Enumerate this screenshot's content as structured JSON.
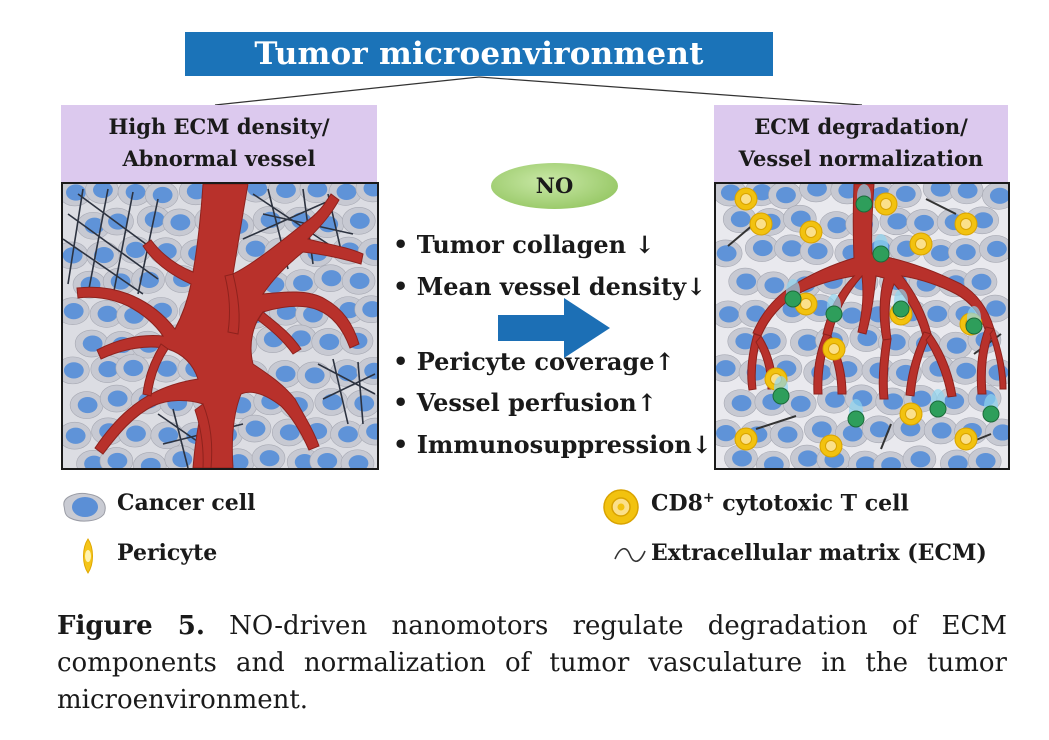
{
  "title": "Tumor microenvironment regulation",
  "left_header": {
    "line1": "High ECM density/",
    "line2": "Abnormal vessel"
  },
  "right_header": {
    "line1": "ECM degradation/",
    "line2": "Vessel normalization"
  },
  "center_label": "NO",
  "effects": [
    "• Tumor collagen ↓",
    "• Mean vessel density↓",
    "• Pericyte coverage↑",
    "• Vessel perfusion↑",
    "• Immunosuppression↓"
  ],
  "legend": {
    "cancer_cell": "Cancer cell",
    "pericyte": "Pericyte",
    "cd8_prefix": "CD8",
    "cd8_sup": "+",
    "cd8_suffix": " cytotoxic T cell",
    "ecm": "Extracellular matrix (ECM)"
  },
  "caption": {
    "label": "Figure 5.",
    "text": " NO-driven nanomotors regulate degradation of ECM components and normalization of tumor vasculature in the tumor microenvironment."
  },
  "colors": {
    "banner": "#1b73b8",
    "header": "#dcc9ee",
    "vessel": "#b8312b",
    "cancer_cell": "#5b8fd6",
    "t_cell": "#f2c20f",
    "arrow": "#1c6fb5",
    "no_ellipse": "#9ccb6c"
  }
}
